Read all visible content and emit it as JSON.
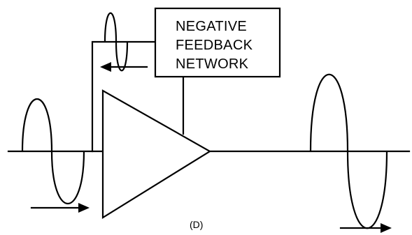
{
  "feedback_network": {
    "line1": "NEGATIVE",
    "line2": "FEEDBACK",
    "line3": "NETWORK"
  },
  "figure_label": "(D)",
  "colors": {
    "stroke": "#000000",
    "background": "#ffffff"
  }
}
